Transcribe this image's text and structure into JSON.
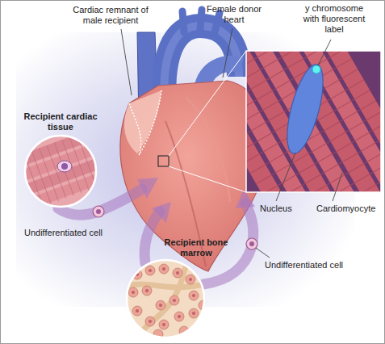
{
  "diagram": {
    "nodes": [
      {
        "text": [
          "Recipient cardiac tissue"
        ]
      },
      {
        "text": [
          "Recipient bone marrow"
        ]
      }
    ],
    "labels": [
      "Cardiac remnant of male recipient",
      "Female donor heart",
      "y chromosome with fluorescent label",
      "Nucleus",
      "Cardiomyocyte",
      "Undifferentiated cell",
      "Undifferentiated cell"
    ]
  }
}
